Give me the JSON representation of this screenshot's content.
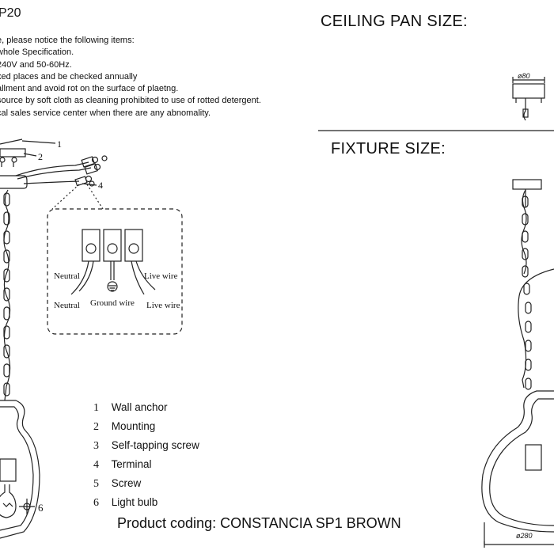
{
  "header": {
    "code_fragment": "P20"
  },
  "notes": [
    "e, please notice the following items:",
    "whole Specification.",
    "240V and 50-60Hz.",
    "xed places and be checked annually",
    "allment and avoid rot on the surface of plaetng.",
    "source by soft cloth as cleaning prohibited to use of rotted detergent.",
    "cal sales service center when there are any abnomality."
  ],
  "ceiling_pan": {
    "title": "CEILING PAN SIZE:",
    "diameter_label": "ø80"
  },
  "fixture": {
    "title": "FIXTURE SIZE:",
    "diameter_label": "ø280"
  },
  "wiring": {
    "callout_1": "1",
    "callout_2": "2",
    "callout_4": "4",
    "callout_6": "6",
    "neutral_top": "Neutral",
    "live_top": "Live wire",
    "neutral_bottom": "Neutral",
    "ground": "Ground wire",
    "live_bottom": "Live wire"
  },
  "parts_list": [
    {
      "num": "1",
      "label": "Wall anchor"
    },
    {
      "num": "2",
      "label": "Mounting"
    },
    {
      "num": "3",
      "label": "Self-tapping screw"
    },
    {
      "num": "4",
      "label": "Terminal"
    },
    {
      "num": "5",
      "label": "Screw"
    },
    {
      "num": "6",
      "label": "Light bulb"
    }
  ],
  "product": {
    "coding": "Product coding: CONSTANCIA SP1 BROWN"
  }
}
